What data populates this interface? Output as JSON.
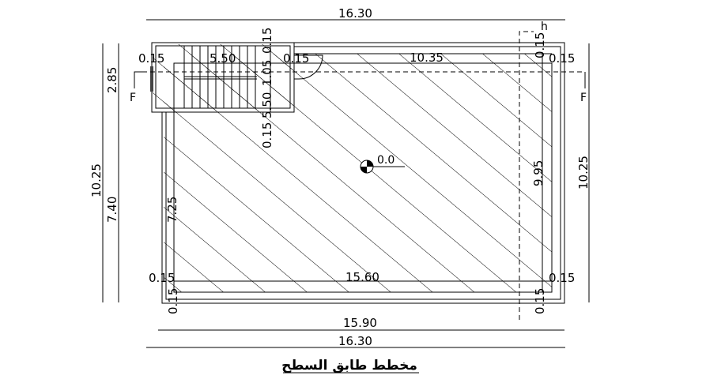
{
  "title": "مخطط طابق السطح",
  "dimensions": {
    "top_overall": "16.30",
    "bottom_inner": "15.90",
    "bottom_overall": "16.30",
    "left_overall": "10.25",
    "left_upper": "2.85",
    "left_lower": "7.40",
    "right_overall": "10.25",
    "interior_top": "10.35",
    "interior_bottom": "15.60",
    "interior_left": "7.25",
    "interior_right": "9.95",
    "stair_width": "5.50",
    "stair_a": "1.05",
    "stair_b": "5.50",
    "wall_tl": "0.15",
    "wall_stair_r": "0.15",
    "wall_stair_top": "0.15",
    "wall_stair_bot": "0.15",
    "wall_tr_top": "0.15",
    "wall_tr": "0.15",
    "wall_bl": "0.15",
    "wall_bl_v": "0.15",
    "wall_br": "0.15",
    "wall_br_v": "0.15"
  },
  "level": "0.0",
  "section_marks": {
    "left": "F",
    "right": "F",
    "top": "h"
  }
}
